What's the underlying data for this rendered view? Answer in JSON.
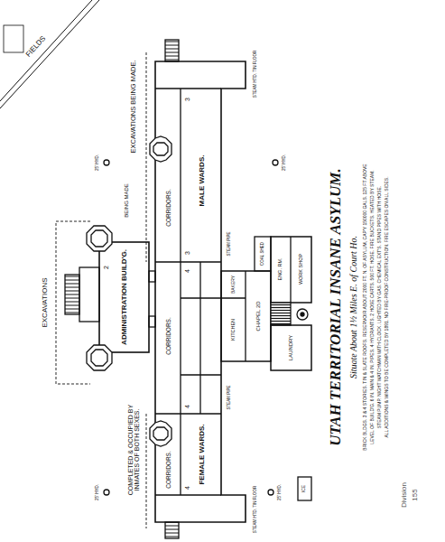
{
  "diagram": {
    "title": "UTAH TERRITORIAL INSANE ASYLUM.",
    "nodes": [
      {
        "text": [
          "ADMINISTRATION BUILD'G."
        ]
      },
      {
        "text": [
          "CORRIDORS."
        ]
      },
      {
        "text": [
          "MALE WARDS."
        ]
      },
      {
        "text": [
          "CORRIDORS."
        ]
      },
      {
        "text": [
          "CORRIDORS."
        ]
      },
      {
        "text": [
          "FEMALE WARDS."
        ]
      },
      {
        "text": [
          "KITCHEN"
        ]
      },
      {
        "text": [
          "CHAPEL 2D"
        ]
      },
      {
        "text": [
          "BAKERY"
        ]
      },
      {
        "text": [
          "COAL SHED"
        ]
      },
      {
        "text": [
          "LAUNDRY"
        ]
      },
      {
        "text": [
          "ENG. RM."
        ]
      },
      {
        "text": [
          "WORK SHOP"
        ]
      },
      {
        "text": [
          "ICE"
        ]
      }
    ],
    "labels": [
      "Situate About 1½ Miles E. of Court Ho.",
      "BRICK BLDGS. 3 & 4 STORIES. TIN & SLATE ROOFS. RESERVOIR ABOUT 2000 FT. N. OF ASYLUM, CAP'Y 150000 GALS. 125 FT ABOVE",
      "LEVEL OF BUILD'G. 6 IN. MAIN & 4 IN. PIPES. 4 HYDRANTS. 2 HOSE CARTS. 500 FT. HOSE. FIRE BUCKETS. HEATED BY STEAM.",
      "STEAM PUMP. NIGHT WATCHMAN WITH CLOCK. LIGHTED BY GAS. CHEMICAL EXT'S. STAND PIPES WITH HOSE.",
      "ALL ADDITIONS & WINGS TO BE COMPLETED BY 1891. NO FIRE-PROOF CONSTRUCTION. FIRE ESCAPES ON ALL SIDES.",
      "EXCAVATIONS BEING MADE.",
      "EXCAVATIONS",
      "BEING MADE",
      "COMPLETED & OCCUPIED BY INMATES OF BOTH SEXES.",
      "FIELDS",
      "25' HYD.",
      "25' HYD.",
      "25' HYD.",
      "25' HYD.",
      "3",
      "3",
      "4",
      "4",
      "4",
      "2",
      "STEAM HTD. TIN FLOOR",
      "STEAM HTD. TIN FLOOR",
      "STEAM PIPE",
      "STEAM PIPE",
      "Division",
      "155"
    ]
  }
}
